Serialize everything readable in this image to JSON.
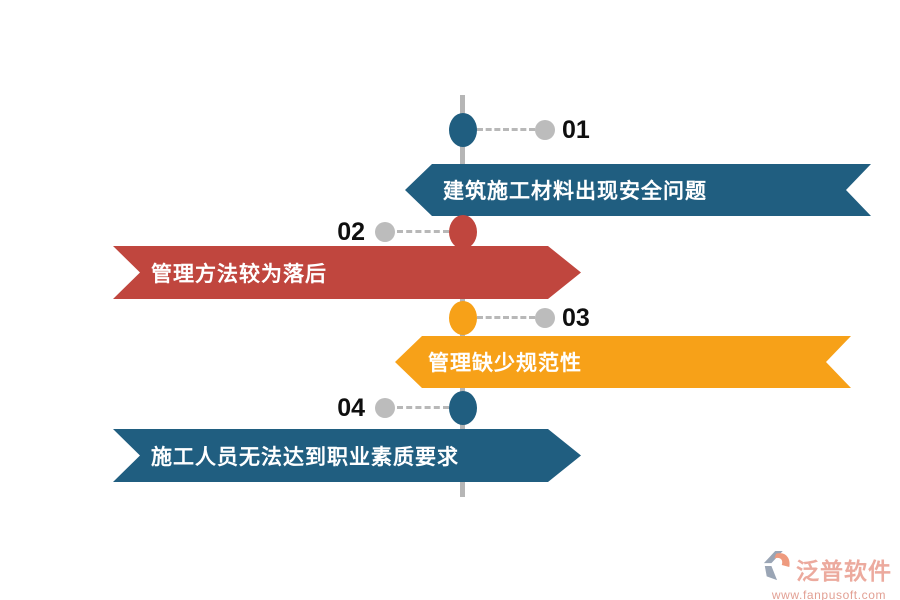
{
  "diagram": {
    "axis": "timeline-axis",
    "items": [
      {
        "number": "01",
        "label": "建筑施工材料出现安全问题",
        "side": "right",
        "color": "#205E80"
      },
      {
        "number": "02",
        "label": "管理方法较为落后",
        "side": "left",
        "color": "#C0463E"
      },
      {
        "number": "03",
        "label": "管理缺少规范性",
        "side": "right",
        "color": "#F7A118"
      },
      {
        "number": "04",
        "label": "施工人员无法达到职业素质要求",
        "side": "left",
        "color": "#205E80"
      }
    ]
  },
  "colors": {
    "blue": "#205E80",
    "red": "#C0463E",
    "orange": "#F7A118",
    "axis_gray": "#b6b6b6",
    "marker_gray": "#bcbcbc",
    "number_text": "#0f0f0f",
    "banner_text": "#ffffff",
    "logo_text": "#ecaa9e",
    "logo_url_text": "#e2a094",
    "logo_mark_gray": "#9aa5b5",
    "logo_mark_orange": "#ee9a7e"
  },
  "watermark": {
    "brand": "泛普软件",
    "url": "www.fanpusoft.com"
  }
}
